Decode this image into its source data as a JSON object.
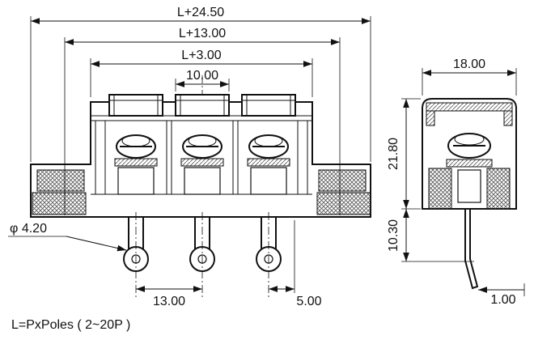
{
  "colors": {
    "line": "#111111",
    "background": "#ffffff"
  },
  "front_view": {
    "dim_overall": "L+24.50",
    "dim_mounting_pitch": "L+13.00",
    "dim_body_width": "L+3.00",
    "dim_pole_width": "10.00",
    "dim_hole_diameter": "φ 4.20",
    "dim_pin_pitch": "13.00",
    "dim_pin_offset": "5.00"
  },
  "side_view": {
    "dim_width": "18.00",
    "dim_height_upper": "21.80",
    "dim_height_lower": "10.30",
    "dim_pin_thickness": "1.00"
  },
  "note": "L=PxPoles ( 2~20P )"
}
